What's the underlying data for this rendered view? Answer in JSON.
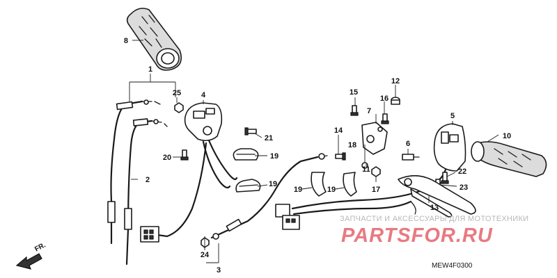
{
  "callouts": {
    "c1": "1",
    "c2": "2",
    "c3": "3",
    "c4": "4",
    "c5": "5",
    "c6": "6",
    "c7": "7",
    "c8": "8",
    "c10": "10",
    "c11": "11",
    "c12": "12",
    "c13": "13",
    "c14": "14",
    "c15": "15",
    "c16": "16",
    "c17": "17",
    "c18": "18",
    "c19a": "19",
    "c19b": "19",
    "c19c": "19",
    "c19d": "19",
    "c20": "20",
    "c21": "21",
    "c22": "22",
    "c23": "23",
    "c24": "24",
    "c25": "25"
  },
  "direction_label": "FR.",
  "diagram_code": "MEW4F0300",
  "watermark": {
    "tagline": "ЗАПЧАСТИ И АКСЕССУАРЫ ДЛЯ МОТОТЕХНИКИ",
    "logo": "PARTSFOR.RU"
  }
}
